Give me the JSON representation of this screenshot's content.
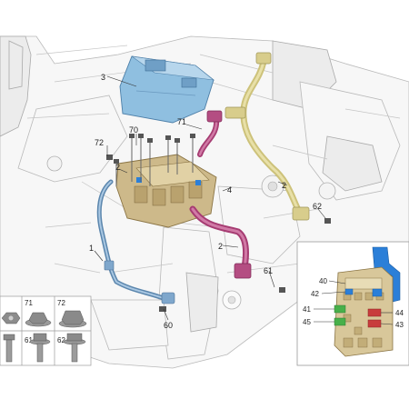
{
  "callouts": {
    "c1": "1",
    "c2a": "2",
    "c2b": "2",
    "c2c": "2",
    "c3": "3",
    "c4": "4",
    "c60": "60",
    "c61": "61",
    "c62": "62",
    "c70": "70",
    "c71": "71",
    "c72": "72"
  },
  "fastener_legend": {
    "nuts": [
      "71",
      "72"
    ],
    "bolts": [
      "61",
      "62"
    ]
  },
  "fuse_inset": {
    "callouts": [
      "40",
      "41",
      "42",
      "45",
      "44",
      "43"
    ]
  },
  "colors": {
    "battery_cover": "#8fbfe0",
    "ground_cable": "#7faad0",
    "positive_cable": "#b0457a",
    "harness_yellow": "#d6cc8a",
    "fuse_box": "#cdb98a",
    "relay_blue": "#2b7fd8"
  }
}
